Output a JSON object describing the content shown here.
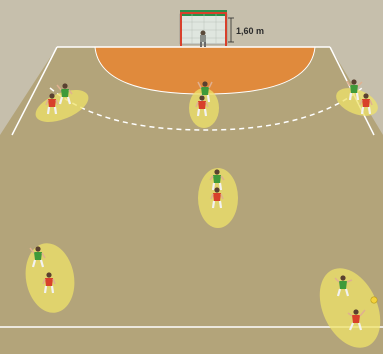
{
  "goal_height_label": "1,60 m",
  "colors": {
    "background": "#c9c1ad",
    "court_floor": "#b4a57a",
    "goal_area": "#e08a3c",
    "court_lines": "#ffffff",
    "zone_highlight": "#efe36a",
    "team_green": "#3f9a3a",
    "team_red": "#d8402b",
    "goal_net": "#dfe6df",
    "goal_top": "#2a8f4a"
  },
  "icons": [
    "handball-goal",
    "goalkeeper",
    "player-green",
    "player-red",
    "ball"
  ]
}
